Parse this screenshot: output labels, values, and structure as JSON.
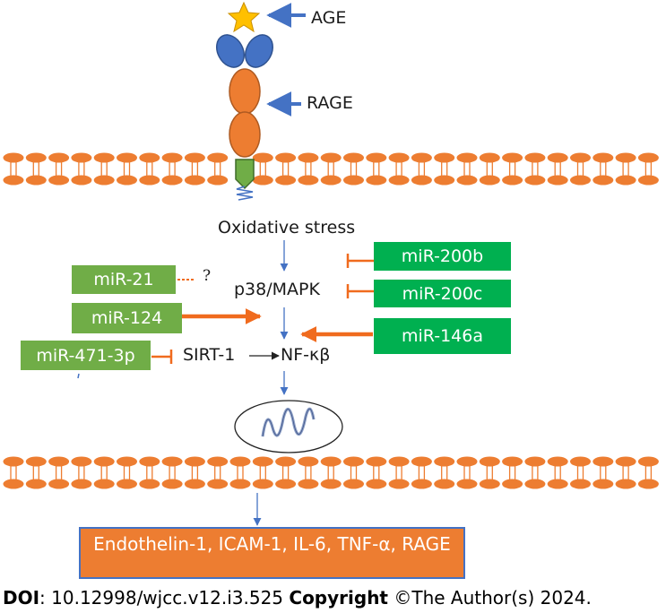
{
  "labels": {
    "age": "AGE",
    "rage": "RAGE",
    "oxidative_stress": "Oxidative stress",
    "p38": "p38/MAPK",
    "sirt1": "SIRT-1",
    "nfkb": "NF-κβ",
    "question": "?"
  },
  "mirnas": {
    "mir200b": "miR-200b",
    "mir200c": "miR-200c",
    "mir146a": "miR-146a",
    "mir21": "miR-21",
    "mir124": "miR-124",
    "mir4713p": "miR-471-3p"
  },
  "output": "Endothelin-1, ICAM-1, IL-6, TNF-α, RAGE",
  "footer": {
    "doi_label": "DOI",
    "doi_value": ": 10.12998/wjcc.v12.i3.525 ",
    "copyright_label": "Copyright",
    "copyright_text": " ©The Author(s) 2024."
  },
  "colors": {
    "membrane": "#ed7d31",
    "receptor_blue": "#4472c4",
    "receptor_orange": "#ed7d31",
    "transmembrane": "#70ad47",
    "star": "#ffc000",
    "mirna_dark": "#00b050",
    "mirna_light": "#70ad47",
    "arrow_blue": "#4472c4",
    "arrow_orange": "#f06b1e"
  }
}
